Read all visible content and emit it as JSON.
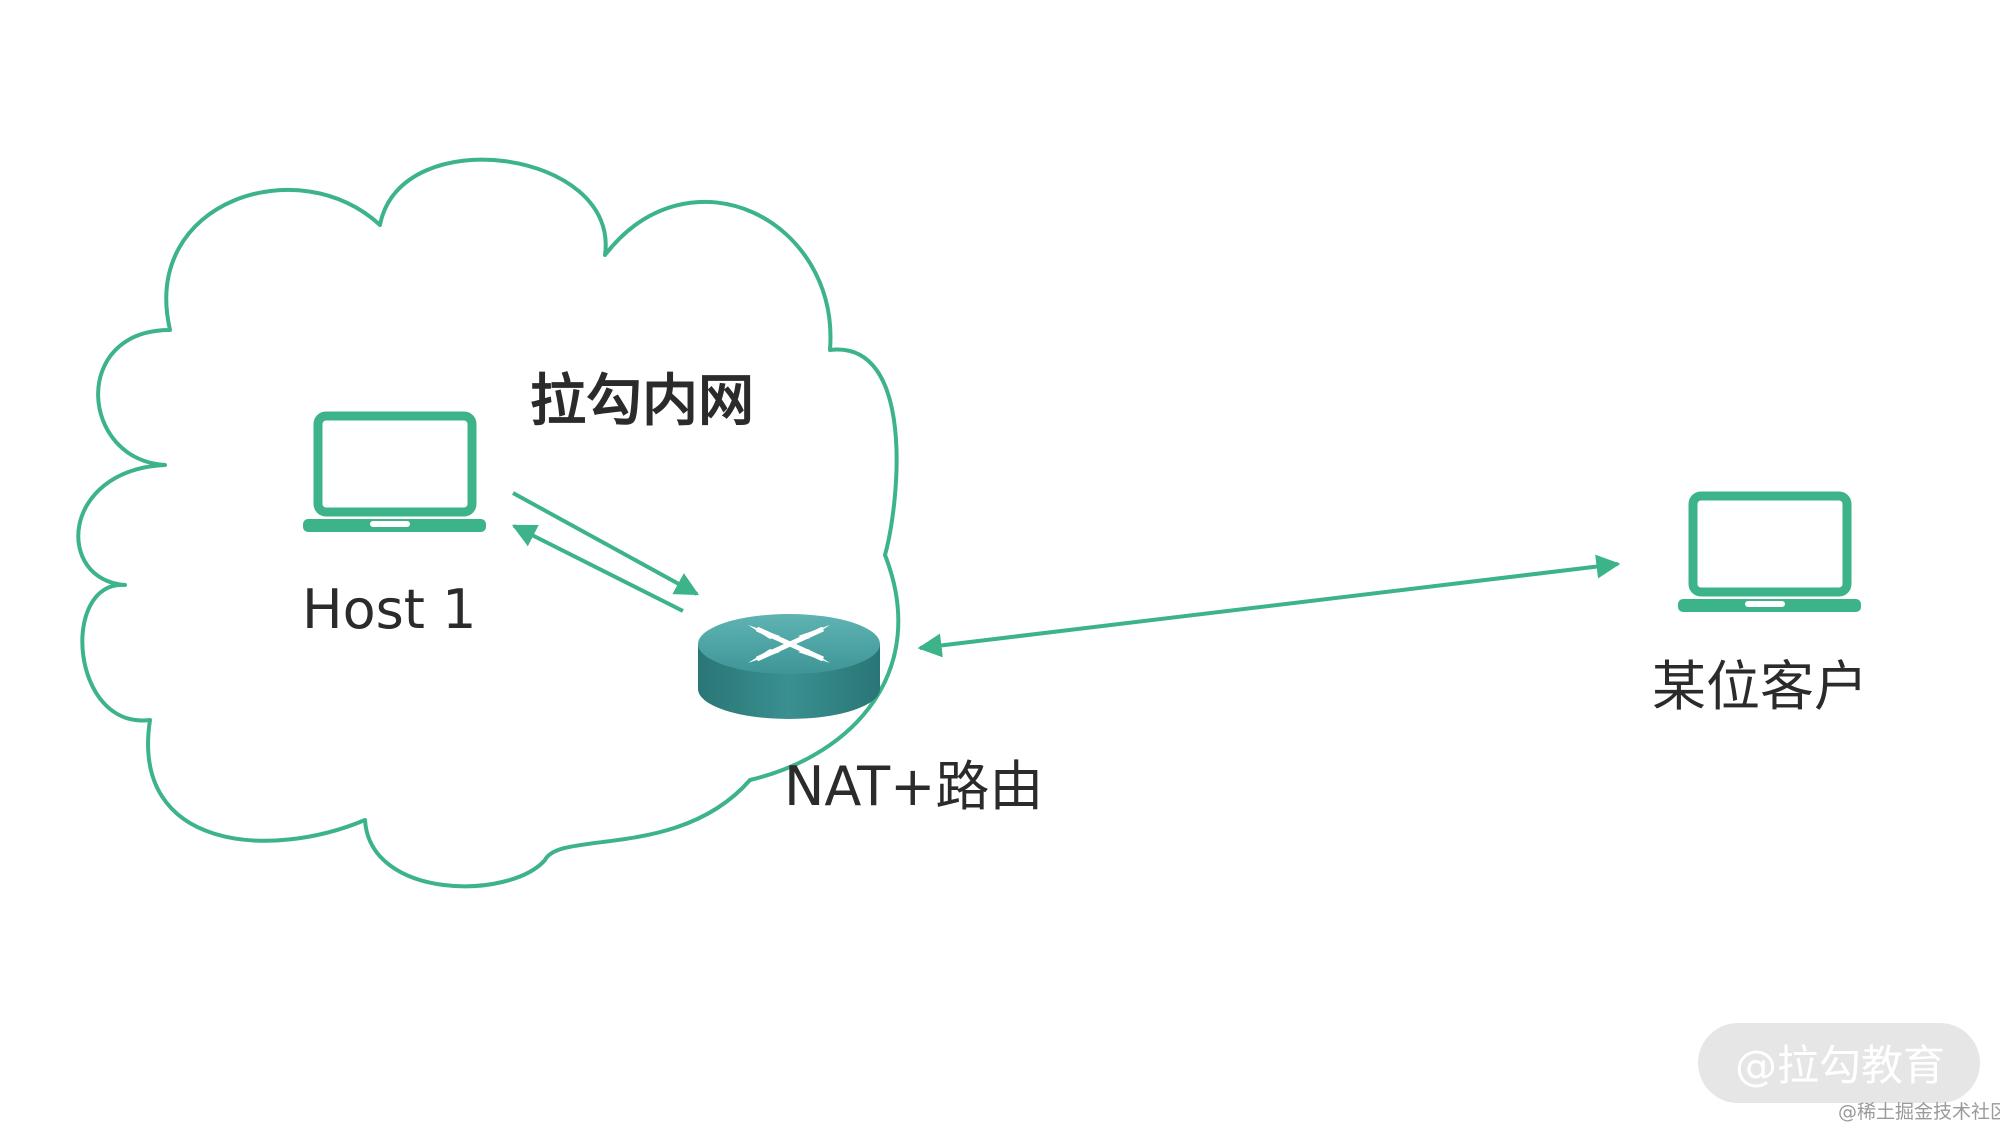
{
  "colors": {
    "accent": "#3db389",
    "router_top": "#4a9fa0",
    "router_side": "#2f7f80",
    "text": "#2b2b2b",
    "watermark_bg": "#e6e6e6",
    "watermark_text": "#ffffff",
    "credit_text": "#9a9a9a"
  },
  "cloud": {
    "label": "拉勾内网"
  },
  "host": {
    "label": "Host 1",
    "icon": "laptop-icon"
  },
  "router": {
    "label": "NAT+路由",
    "icon": "router-icon"
  },
  "client": {
    "label": "某位客户",
    "icon": "laptop-icon"
  },
  "watermark": {
    "text": "@拉勾教育"
  },
  "credit": {
    "text": "@稀土掘金技术社区"
  }
}
